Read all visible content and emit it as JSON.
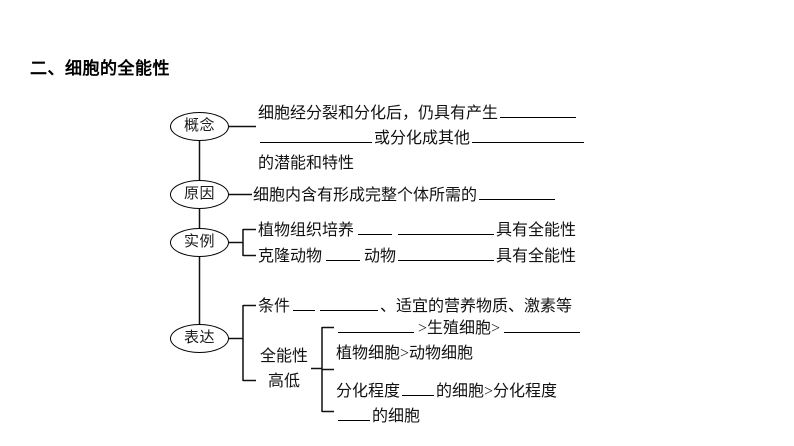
{
  "document": {
    "heading": "二、细胞的全能性"
  },
  "diagram": {
    "type": "mind-map-outline",
    "nodes": [
      {
        "id": "concept",
        "label": "概念"
      },
      {
        "id": "reason",
        "label": "原因"
      },
      {
        "id": "example",
        "label": "实例"
      },
      {
        "id": "express",
        "label": "表达"
      }
    ],
    "concept": {
      "line1_a": "细胞经分裂和分化后，仍具有产生",
      "line2_a": "或分化成其他",
      "line3_a": "的潜能和特性"
    },
    "reason": {
      "text_a": "细胞内含有形成完整个体所需的"
    },
    "example": {
      "items": [
        {
          "lead": "植物组织培养",
          "mid": "",
          "tail": "具有全能性"
        },
        {
          "lead": "克隆动物",
          "mid": "动物",
          "tail": "具有全能性"
        }
      ]
    },
    "express": {
      "condition_label": "条件",
      "condition_tail": "、适宜的营养物质、激素等",
      "totipotency_label_line1": "全能性",
      "totipotency_label_line2": "高低",
      "compare": [
        {
          "parts": [
            "",
            ">生殖细胞>",
            ""
          ]
        },
        {
          "parts": [
            "植物细胞>动物细胞"
          ]
        },
        {
          "parts": [
            "分化程度",
            "的细胞>分化程度",
            "的细胞"
          ]
        }
      ],
      "row1_mid": ">生殖细胞>",
      "row2_text": "植物细胞>动物细胞",
      "row3_a": "分化程度",
      "row3_b": "的细胞>分化程度",
      "row3_c": "的细胞"
    }
  },
  "colors": {
    "ink": "#111111",
    "rule": "#000000",
    "page": "#ffffff"
  }
}
